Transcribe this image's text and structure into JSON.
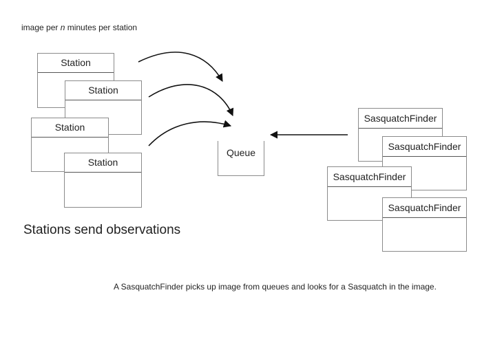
{
  "caption": {
    "prefix": "image per ",
    "var": "n",
    "suffix": " minutes per station"
  },
  "stations": [
    {
      "label": "Station"
    },
    {
      "label": "Station"
    },
    {
      "label": "Station"
    },
    {
      "label": "Station"
    }
  ],
  "queue": {
    "label": "Queue"
  },
  "finders": [
    {
      "label": "SasquatchFinder"
    },
    {
      "label": "SasquatchFinder"
    },
    {
      "label": "SasquatchFinder"
    },
    {
      "label": "SasquatchFinder"
    }
  ],
  "heading": "Stations send observations",
  "note": "A SasquatchFinder picks up image from queues and looks for a Sasquatch in the image."
}
